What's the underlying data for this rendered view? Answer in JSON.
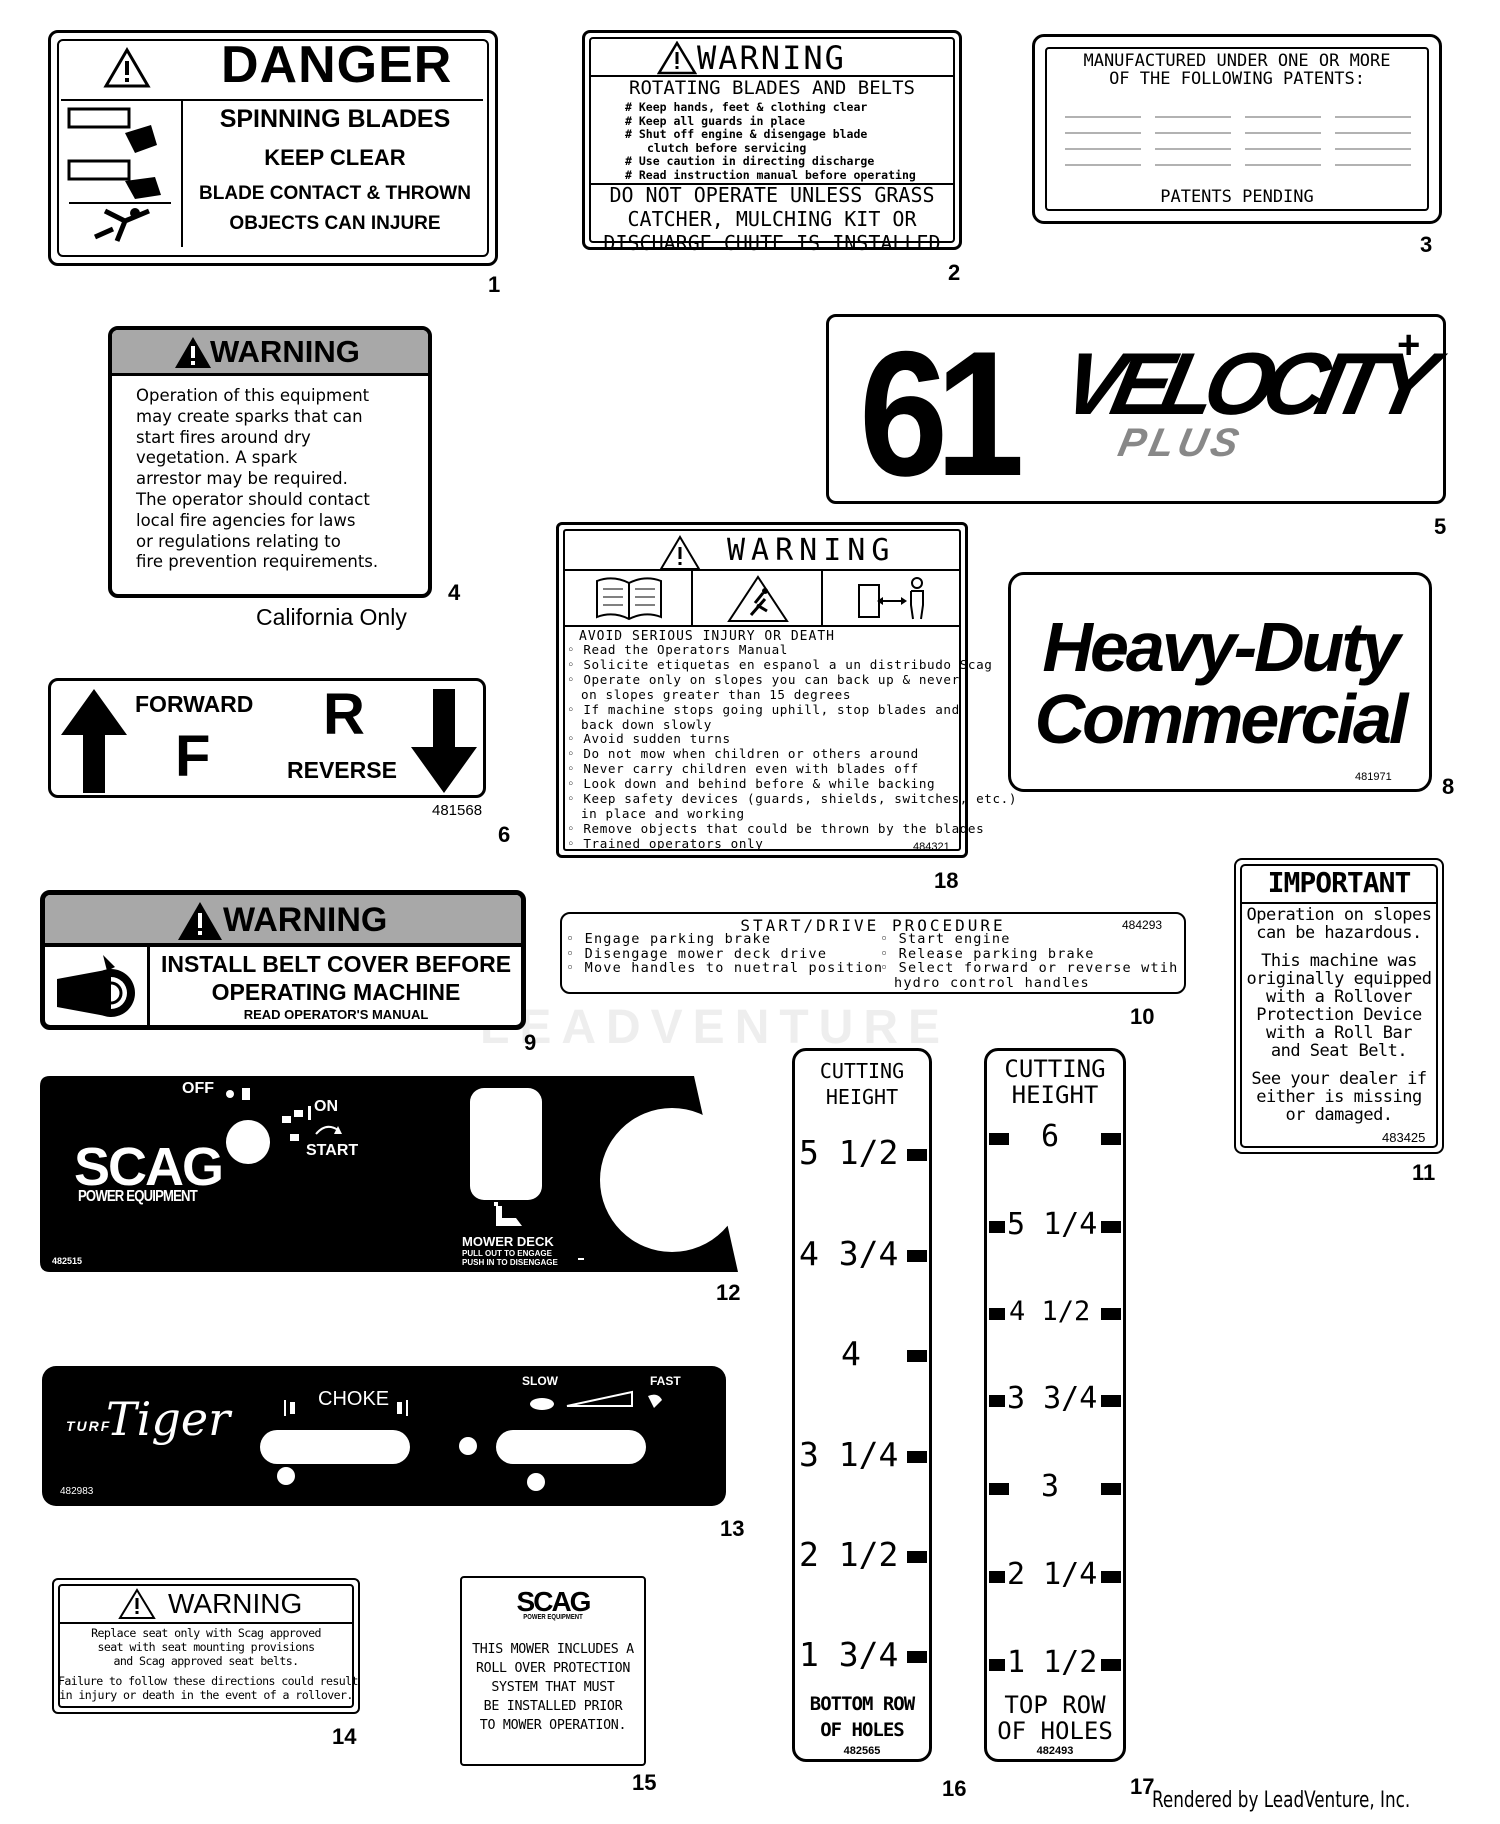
{
  "labels": {
    "l1": {
      "num": "1",
      "header": "DANGER",
      "line1": "SPINNING BLADES",
      "line2": "KEEP CLEAR",
      "line3": "BLADE CONTACT & THROWN",
      "line4": "OBJECTS CAN INJURE"
    },
    "l2": {
      "num": "2",
      "header": "WARNING",
      "sub": "ROTATING BLADES AND BELTS",
      "bullets": [
        "# Keep hands, feet & clothing clear",
        "# Keep all guards in place",
        "# Shut off engine & disengage blade",
        "clutch before servicing",
        "# Use caution in directing discharge",
        "# Read instruction manual before operating"
      ],
      "foot1": "DO NOT OPERATE UNLESS GRASS",
      "foot2": "CATCHER, MULCHING KIT OR",
      "foot3": "DISCHARGE CHUTE IS INSTALLED"
    },
    "l3": {
      "num": "3",
      "line1": "MANUFACTURED UNDER ONE OR MORE",
      "line2": "OF THE FOLLOWING PATENTS:",
      "foot": "PATENTS PENDING"
    },
    "l4": {
      "num": "4",
      "header": "WARNING",
      "lines": [
        "Operation of this equipment",
        "may create sparks that can",
        "start fires around dry",
        "vegetation. A spark",
        "arrestor may be required.",
        "The operator should contact",
        "local fire agencies for laws",
        "or regulations relating to",
        "fire prevention requirements."
      ],
      "caption": "California Only"
    },
    "l5": {
      "num": "5",
      "model": "61",
      "brand": "VELOCITY",
      "sub": "PLUS"
    },
    "l6": {
      "num": "6",
      "forward": "FORWARD",
      "f": "F",
      "r": "R",
      "reverse": "REVERSE",
      "part": "481568"
    },
    "l8": {
      "num": "8",
      "line1": "Heavy-Duty",
      "line2": "Commercial",
      "part": "481971"
    },
    "l9": {
      "num": "9",
      "header": "WARNING",
      "line1": "INSTALL BELT COVER BEFORE",
      "line2": "OPERATING MACHINE",
      "line3": "READ OPERATOR'S MANUAL"
    },
    "l10": {
      "num": "10",
      "title": "START/DRIVE PROCEDURE",
      "part": "484293",
      "left": [
        "Engage parking brake",
        "Disengage mower deck drive",
        "Move handles to nuetral position"
      ],
      "right": [
        "Start engine",
        "Release parking brake",
        "Select forward or reverse wtih",
        "hydro control handles"
      ]
    },
    "l11": {
      "num": "11",
      "header": "IMPORTANT",
      "lines": [
        "Operation on slopes",
        "can be hazardous.",
        "",
        "This machine was",
        "originally equipped",
        "with a Rollover",
        "Protection Device",
        "with a Roll Bar",
        "and Seat Belt.",
        "",
        "See your dealer if",
        "either is missing",
        "or damaged."
      ],
      "part": "483425"
    },
    "l12": {
      "num": "12",
      "off": "OFF",
      "on": "ON",
      "start": "START",
      "brand": "SCAG",
      "sub": "POWER EQUIPMENT",
      "deck": "MOWER DECK",
      "pull": "PULL OUT TO ENGAGE",
      "push": "PUSH IN TO DISENGAGE",
      "part": "482515"
    },
    "l13": {
      "num": "13",
      "choke": "CHOKE",
      "slow": "SLOW",
      "fast": "FAST",
      "brand1": "TURF",
      "brand2": "Tiger",
      "part": "482983"
    },
    "l14": {
      "num": "14",
      "header": "WARNING",
      "lines": [
        "Replace seat only with Scag approved",
        "seat with seat mounting provisions",
        "and Scag approved seat belts.",
        "Failure to follow these directions could result",
        "in injury or death in the event of a rollover."
      ]
    },
    "l15": {
      "num": "15",
      "brand": "SCAG",
      "sub": "POWER EQUIPMENT",
      "lines": [
        "THIS MOWER INCLUDES A",
        "ROLL OVER PROTECTION",
        "SYSTEM THAT MUST",
        "BE INSTALLED PRIOR",
        "TO MOWER OPERATION."
      ]
    },
    "l16": {
      "num": "16",
      "title1": "CUTTING",
      "title2": "HEIGHT",
      "heights": [
        "5 1/2",
        "4 3/4",
        "4",
        "3 1/4",
        "2 1/2",
        "1 3/4"
      ],
      "foot1": "BOTTOM ROW",
      "foot2": "OF HOLES",
      "part": "482565"
    },
    "l17": {
      "num": "17",
      "title1": "CUTTING",
      "title2": "HEIGHT",
      "heights": [
        "6",
        "5 1/4",
        "4 1/2",
        "3 3/4",
        "3",
        "2 1/4",
        "1 1/2"
      ],
      "foot1": "TOP ROW",
      "foot2": "OF HOLES",
      "part": "482493"
    },
    "l18": {
      "num": "18",
      "header": "WARNING",
      "sub": "AVOID SERIOUS INJURY OR DEATH",
      "bullets": [
        "Read the Operators Manual",
        "Solicite etiquetas en espanol a un distribudo Scag",
        "Operate only on slopes you can back up & never",
        "on slopes greater than 15 degrees",
        "If machine stops going uphill, stop blades and",
        "back down slowly",
        "Avoid sudden turns",
        "Do not mow when children or others around",
        "Never carry children even with blades off",
        "Look down and behind before & while backing",
        "Keep safety devices (guards, shields, switches, etc.)",
        "in place and working",
        "Remove objects that could be thrown by the blades",
        "Trained operators only"
      ],
      "part": "484321"
    }
  },
  "watermark": "LEADVENTURE",
  "footer": "Rendered by LeadVenture, Inc."
}
